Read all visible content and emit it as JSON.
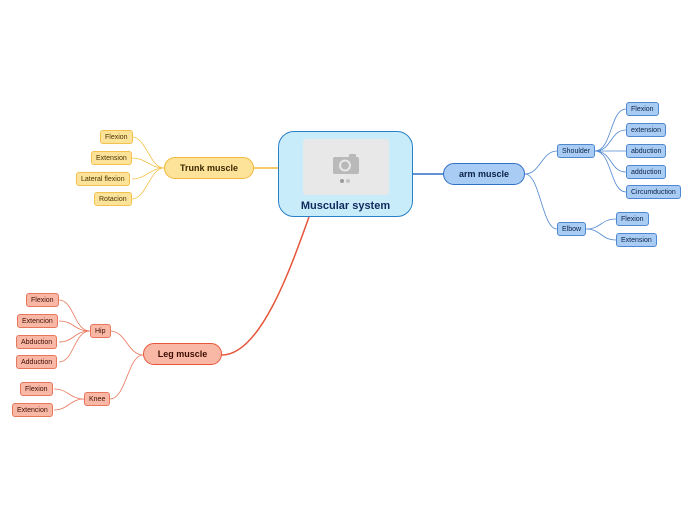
{
  "root": {
    "title": "Muscular system",
    "image_icon": "camera-icon"
  },
  "trunk": {
    "label": "Trunk muscle",
    "color": "#f3b93a",
    "items": [
      "Flexion",
      "Extension",
      "Lateral flexion",
      "Rotacion"
    ]
  },
  "arm": {
    "label": "arm muscle",
    "color": "#2f6fc6",
    "shoulder": {
      "label": "Shoulder",
      "items": [
        "Flexion",
        "extension",
        "abduction",
        "adduction",
        "Circumduction"
      ]
    },
    "elbow": {
      "label": "Elbow",
      "items": [
        "Flexion",
        "Extension"
      ]
    }
  },
  "leg": {
    "label": "Leg muscle",
    "color": "#e6553a",
    "hip": {
      "label": "Hip",
      "items": [
        "Flexion",
        "Extencion",
        "Abduction",
        "Adduction"
      ]
    },
    "knee": {
      "label": "Knee",
      "items": [
        "Flexion",
        "Extencion"
      ]
    }
  }
}
